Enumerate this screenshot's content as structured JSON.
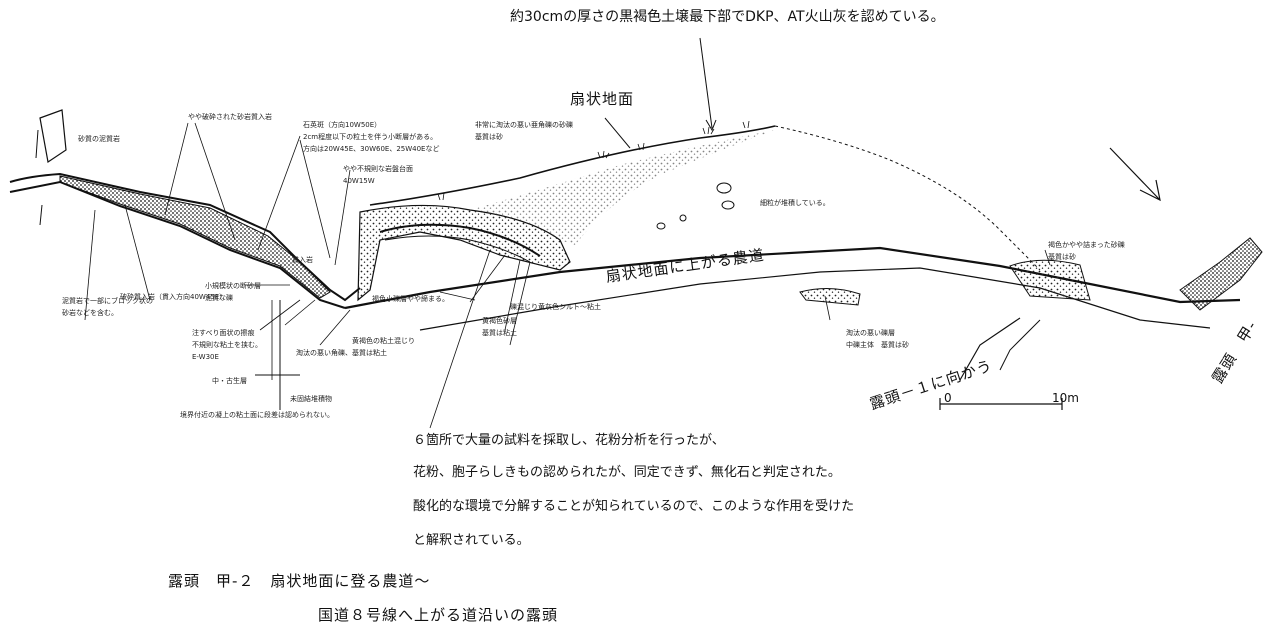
{
  "labels": {
    "top_note": "約30cmの厚さの黒褐色土壌最下部でDKP、AT火山灰を認めている。",
    "fan_surface": "扇状地面",
    "farm_road": "扇状地面に上がる農道",
    "to_outcrop1": "露頭－１に向かう",
    "outcrop_ko": "露頭　甲-",
    "scale_zero": "0",
    "scale_ten": "10m"
  },
  "small_labels": [
    "やや破砕された砂岩質入岩",
    "石英斑（方向10W50E）",
    "2cm程度以下の粒土を伴う小断層がある。",
    "方向は20W45E、30W60E、25W40Eなど",
    "非常に淘汰の悪い亜角礫の砂礫",
    "基質は砂",
    "やや不規則な岩盤台面",
    "40W15W",
    "砂質の泥質岩",
    "細粒が堆積している。",
    "褐色かやや詰まった砂礫",
    "基質は砂",
    "貫入岩",
    "泥質岩で一部にブロック状の",
    "砂岩などを含む。",
    "破砕質入岩（貫入方向40W45E）",
    "小規模状の断砂層",
    "泥質な礫",
    "褐色小礫層やや締まる。",
    "礫混じり黄灰色シルト～粘土",
    "黄褐色砂層",
    "基質は粘土",
    "淘汰の悪い礫層",
    "中礫主体　基質は砂",
    "注すべり面状の擦痕",
    "不規則な粘土を挟む。",
    "E-W30E",
    "黄褐色の粘土混じり",
    "淘汰の悪い角礫、基質は粘土",
    "中・古生層",
    "未固結堆積物",
    "境界付近の凝上の粘土面に段差は認められない。"
  ],
  "note_lines": [
    "６箇所で大量の試料を採取し、花粉分析を行ったが、",
    "花粉、胞子らしきもの認められたが、同定できず、無化石と判定された。",
    "酸化的な環境で分解することが知られているので、このような作用を受けた",
    "と解釈されている。"
  ],
  "caption": {
    "line1": "露頭　甲-２　扇状地面に登る農道～",
    "line2": "国道８号線へ上がる道沿いの露頭"
  }
}
